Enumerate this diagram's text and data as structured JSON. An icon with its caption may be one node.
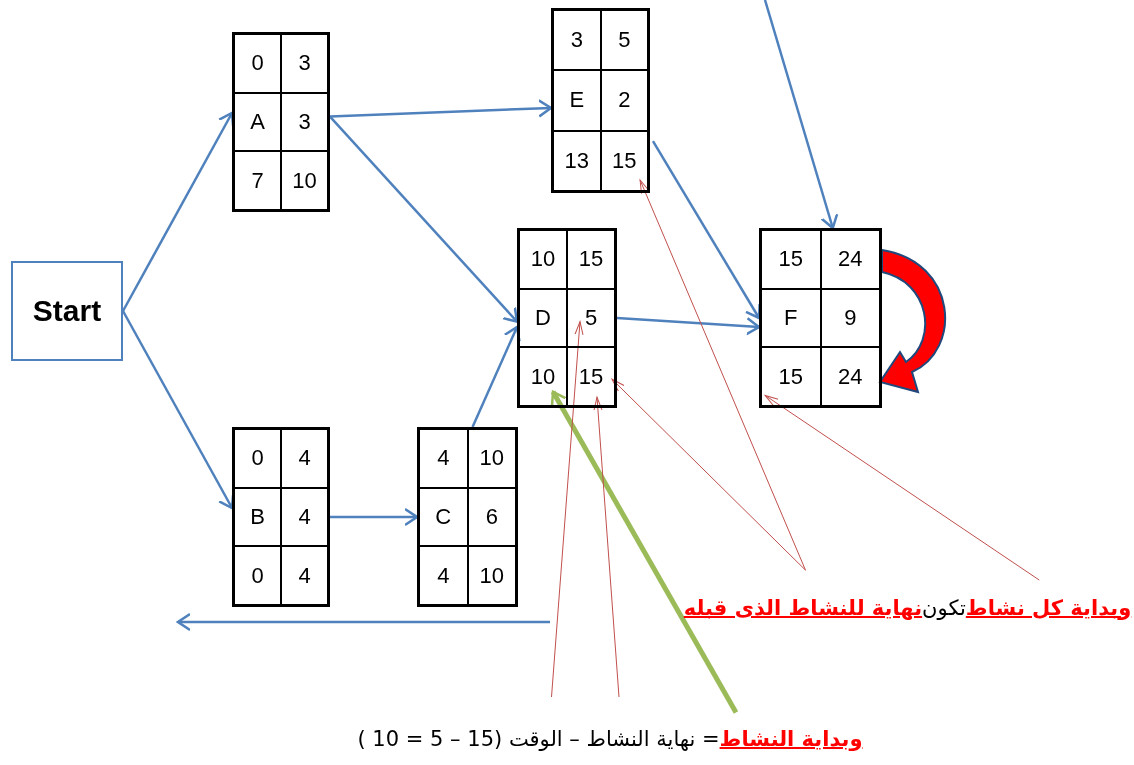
{
  "diagram": {
    "nodes": [
      {
        "text": [
          "Start"
        ]
      },
      {
        "text": [
          "0",
          "3",
          "A",
          "3",
          "7",
          "10"
        ]
      },
      {
        "text": [
          "0",
          "4",
          "B",
          "4",
          "0",
          "4"
        ]
      },
      {
        "text": [
          "4",
          "10",
          "C",
          "6",
          "4",
          "10"
        ]
      },
      {
        "text": [
          "10",
          "15",
          "D",
          "5",
          "10",
          "15"
        ]
      },
      {
        "text": [
          "3",
          "5",
          "E",
          "2",
          "13",
          "15"
        ]
      },
      {
        "text": [
          "15",
          "24",
          "F",
          "9",
          "15",
          "24"
        ]
      },
      {
        "text": [
          "وبداية كل نشاط",
          "تكون",
          "نهاية للنشاط الذى قبله"
        ]
      },
      {
        "text": [
          "وبداية النشاط",
          "= نهاية النشاط – الوقت (15 – 5 = 10 )"
        ]
      }
    ],
    "edges": [
      {
        "from": 0,
        "to": 1,
        "arrow": "to"
      },
      {
        "from": 0,
        "to": 2,
        "arrow": "to"
      },
      {
        "from": 1,
        "to": 5,
        "arrow": "to"
      },
      {
        "from": 1,
        "to": 4,
        "arrow": "to"
      },
      {
        "from": 2,
        "to": 3,
        "arrow": "to"
      },
      {
        "from": 3,
        "to": 4,
        "arrow": "to"
      },
      {
        "from": 5,
        "to": 6,
        "arrow": "to"
      },
      {
        "from": 4,
        "to": 6,
        "arrow": "to"
      },
      {
        "from": null,
        "to": 6,
        "arrow": "to"
      },
      {
        "from": 7,
        "to": 5,
        "arrow": "to",
        "color": "#c0504d"
      },
      {
        "from": 7,
        "to": 4,
        "arrow": "to",
        "color": "#c0504d"
      },
      {
        "from": 7,
        "to": 6,
        "arrow": "to",
        "color": "#c0504d"
      },
      {
        "from": 8,
        "to": 4,
        "arrow": "to",
        "style": "thick",
        "color": "#9bbb59"
      },
      {
        "from": 8,
        "to": 4,
        "arrow": "to",
        "color": "#c0504d"
      },
      {
        "from": 8,
        "to": 4,
        "arrow": "to",
        "color": "#c0504d"
      }
    ]
  }
}
